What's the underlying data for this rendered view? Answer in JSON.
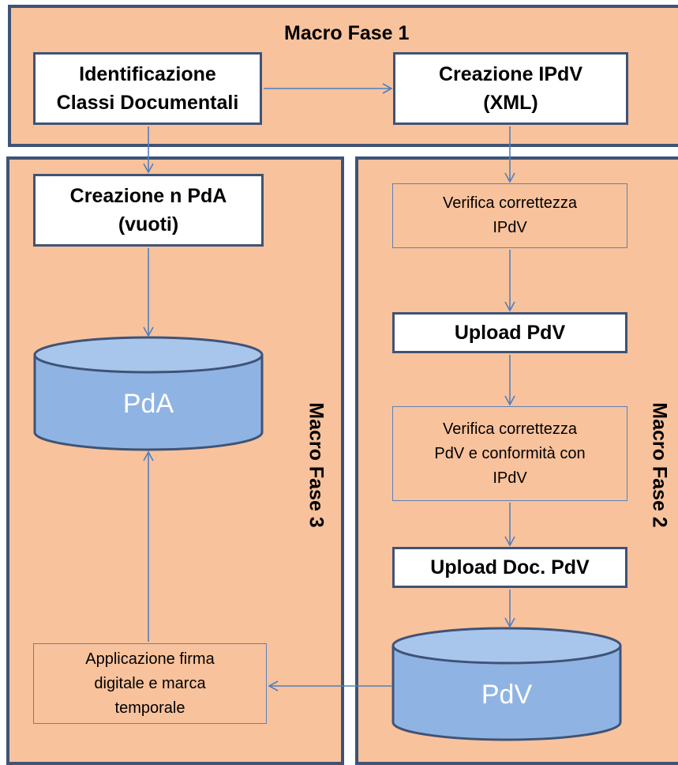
{
  "macro_fase_1": {
    "title": "Macro Fase 1",
    "identificazione": "Identificazione\nClassi Documentali",
    "creazione_ipdv": "Creazione IPdV\n(XML)"
  },
  "macro_fase_2": {
    "title": "Macro Fase 2",
    "verifica_ipdv": "Verifica correttezza\nIPdV",
    "upload_pdv": "Upload PdV",
    "verifica_pdv": "Verifica correttezza\nPdV e conformità con\nIPdV",
    "upload_doc_pdv": "Upload Doc. PdV",
    "pdv_store": "PdV"
  },
  "macro_fase_3": {
    "title": "Macro Fase 3",
    "creazione_pda": "Creazione n PdA\n(vuoti)",
    "pda_store": "PdA",
    "applicazione_firma": "Applicazione firma\ndigitale e marca\ntemporale"
  },
  "colors": {
    "panel_fill": "#f8c29c",
    "panel_border": "#3f5376",
    "cylinder_fill": "#8fb4e3",
    "arrow": "#4f7fbf"
  }
}
